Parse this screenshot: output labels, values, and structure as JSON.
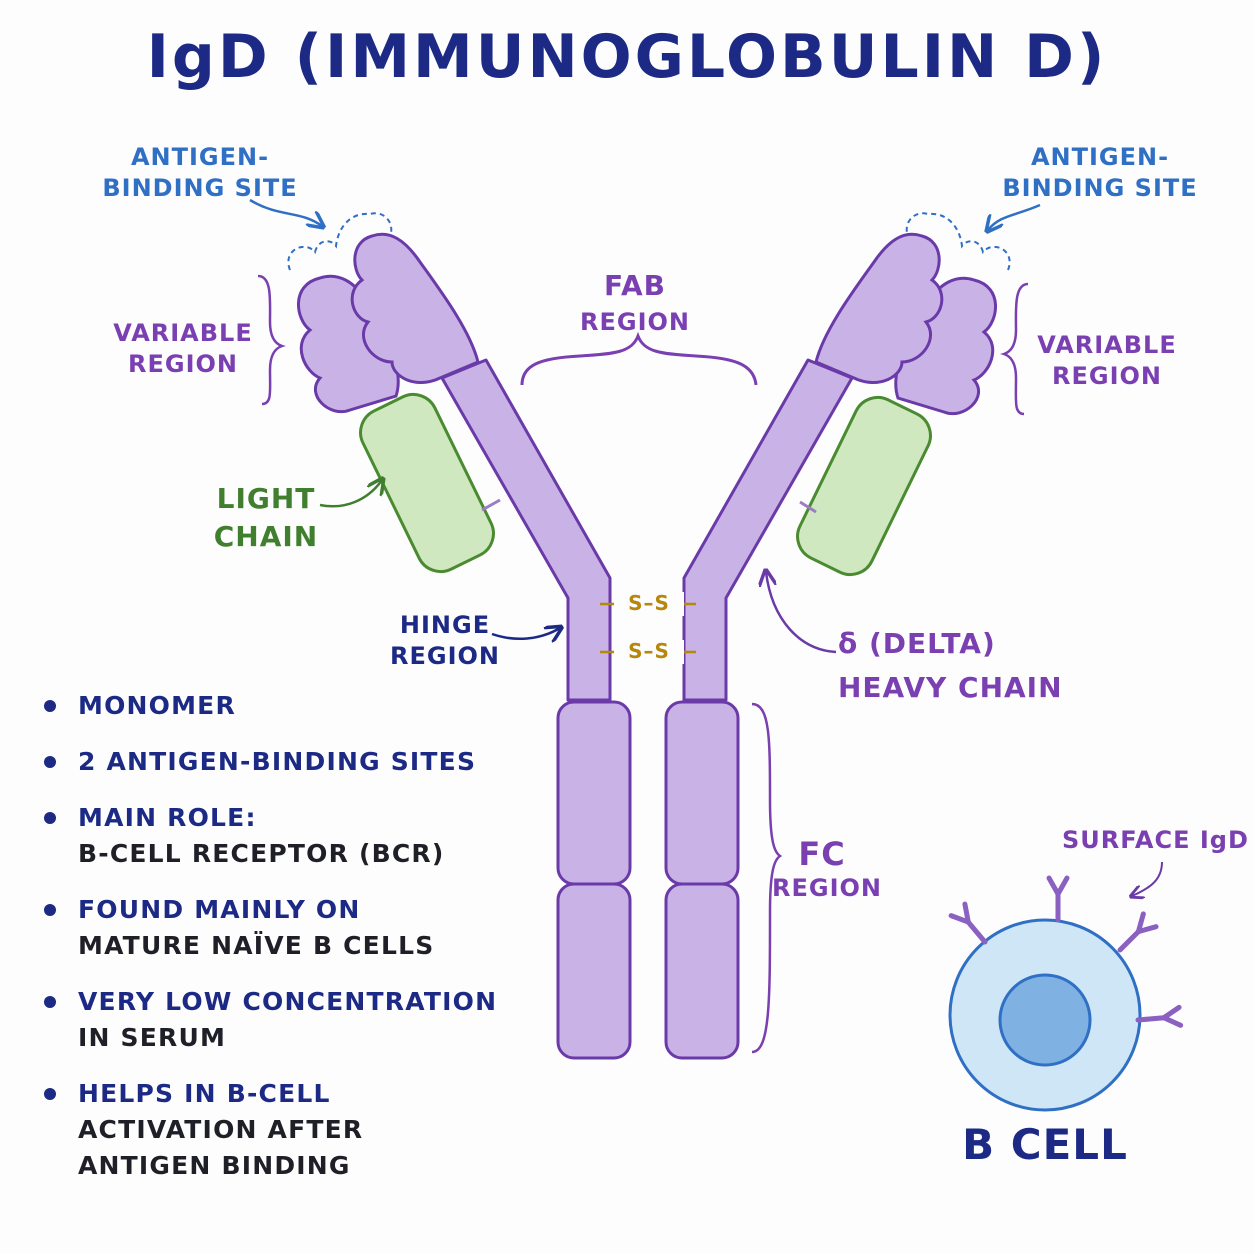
{
  "title": "IgD (IMMUNOGLOBULIN D)",
  "labels": {
    "antigen_binding_left": [
      "ANTIGEN-",
      "BINDING SITE"
    ],
    "antigen_binding_right": [
      "ANTIGEN-",
      "BINDING SITE"
    ],
    "variable_left": [
      "VARIABLE",
      "REGION"
    ],
    "variable_right": [
      "VARIABLE",
      "REGION"
    ],
    "fab": [
      "FAB",
      "REGION"
    ],
    "light_chain": [
      "LIGHT",
      "CHAIN"
    ],
    "hinge": [
      "HINGE",
      "REGION"
    ],
    "delta": [
      "δ (DELTA)",
      "HEAVY CHAIN"
    ],
    "fc": [
      "FC",
      "REGION"
    ],
    "surface_igd": "SURFACE IgD",
    "b_cell": "B CELL",
    "disulfide": "S–S"
  },
  "bullets": [
    {
      "l1": "MONOMER",
      "l2": ""
    },
    {
      "l1": "2 ANTIGEN-BINDING SITES",
      "l2": ""
    },
    {
      "l1": "MAIN ROLE:",
      "l2": "B-CELL RECEPTOR (BCR)"
    },
    {
      "l1": "FOUND MAINLY ON",
      "l2": "MATURE NAÏVE B CELLS"
    },
    {
      "l1": "VERY LOW CONCENTRATION",
      "l2": "IN SERUM"
    },
    {
      "l1": "HELPS IN B-CELL",
      "l2": "ACTIVATION AFTER",
      "l3": "ANTIGEN BINDING"
    }
  ],
  "colors": {
    "heavy_chain": "#c9b3e6",
    "heavy_outline": "#6a3aa8",
    "light_chain": "#cfe8c0",
    "light_outline": "#4a8a30",
    "disulfide": "#b8860b",
    "cell": "#cfe6f7",
    "nucleus": "#7fb1e3",
    "title": "#1c2a86"
  }
}
